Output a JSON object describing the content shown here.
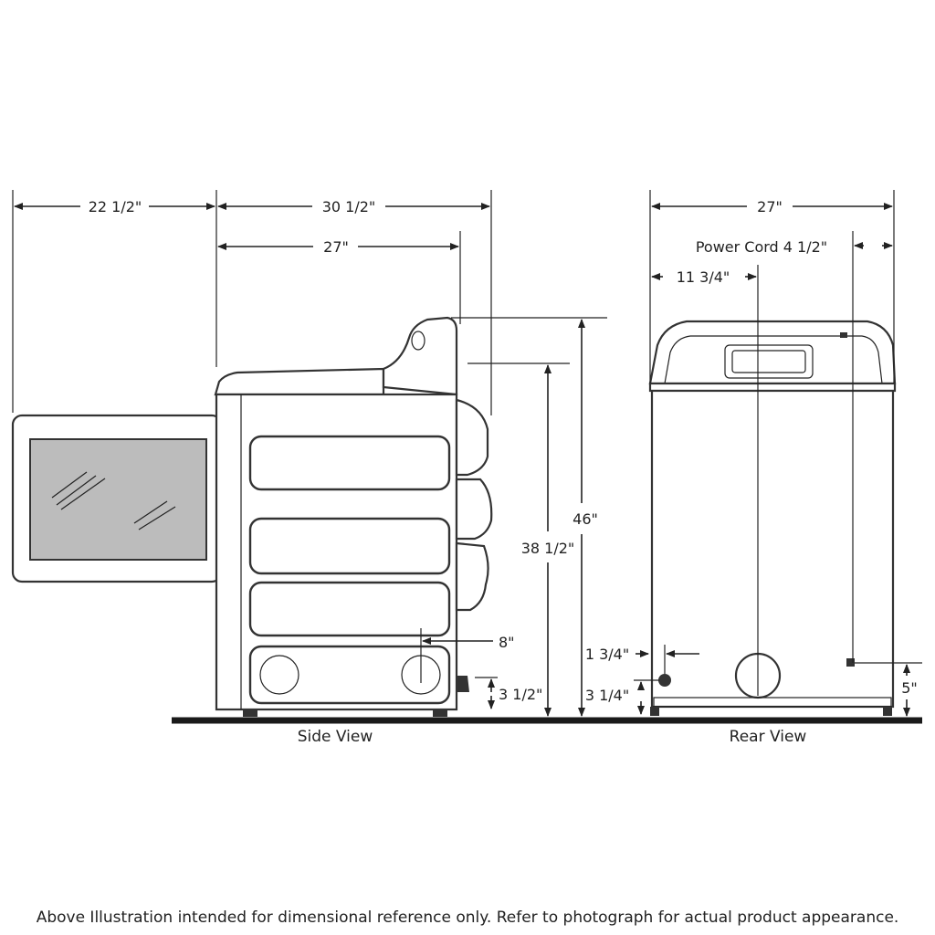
{
  "side_view": {
    "caption": "Side View",
    "dims": {
      "door_depth": "22 1/2\"",
      "total_depth": "30 1/2\"",
      "cabinet_depth": "27\"",
      "total_height": "46\"",
      "cabinet_height": "38 1/2\"",
      "outlet_height": "8\"",
      "vent_height": "3 1/2\""
    }
  },
  "rear_view": {
    "caption": "Rear View",
    "dims": {
      "width": "27\"",
      "power_cord": "Power Cord 4 1/2\"",
      "vent_offset": "11 3/4\"",
      "gas_offset": "1 3/4\"",
      "gas_height": "3 1/4\"",
      "cord_height": "5\""
    }
  },
  "footnote": "Above Illustration intended for dimensional reference only. Refer to photograph for actual product appearance."
}
